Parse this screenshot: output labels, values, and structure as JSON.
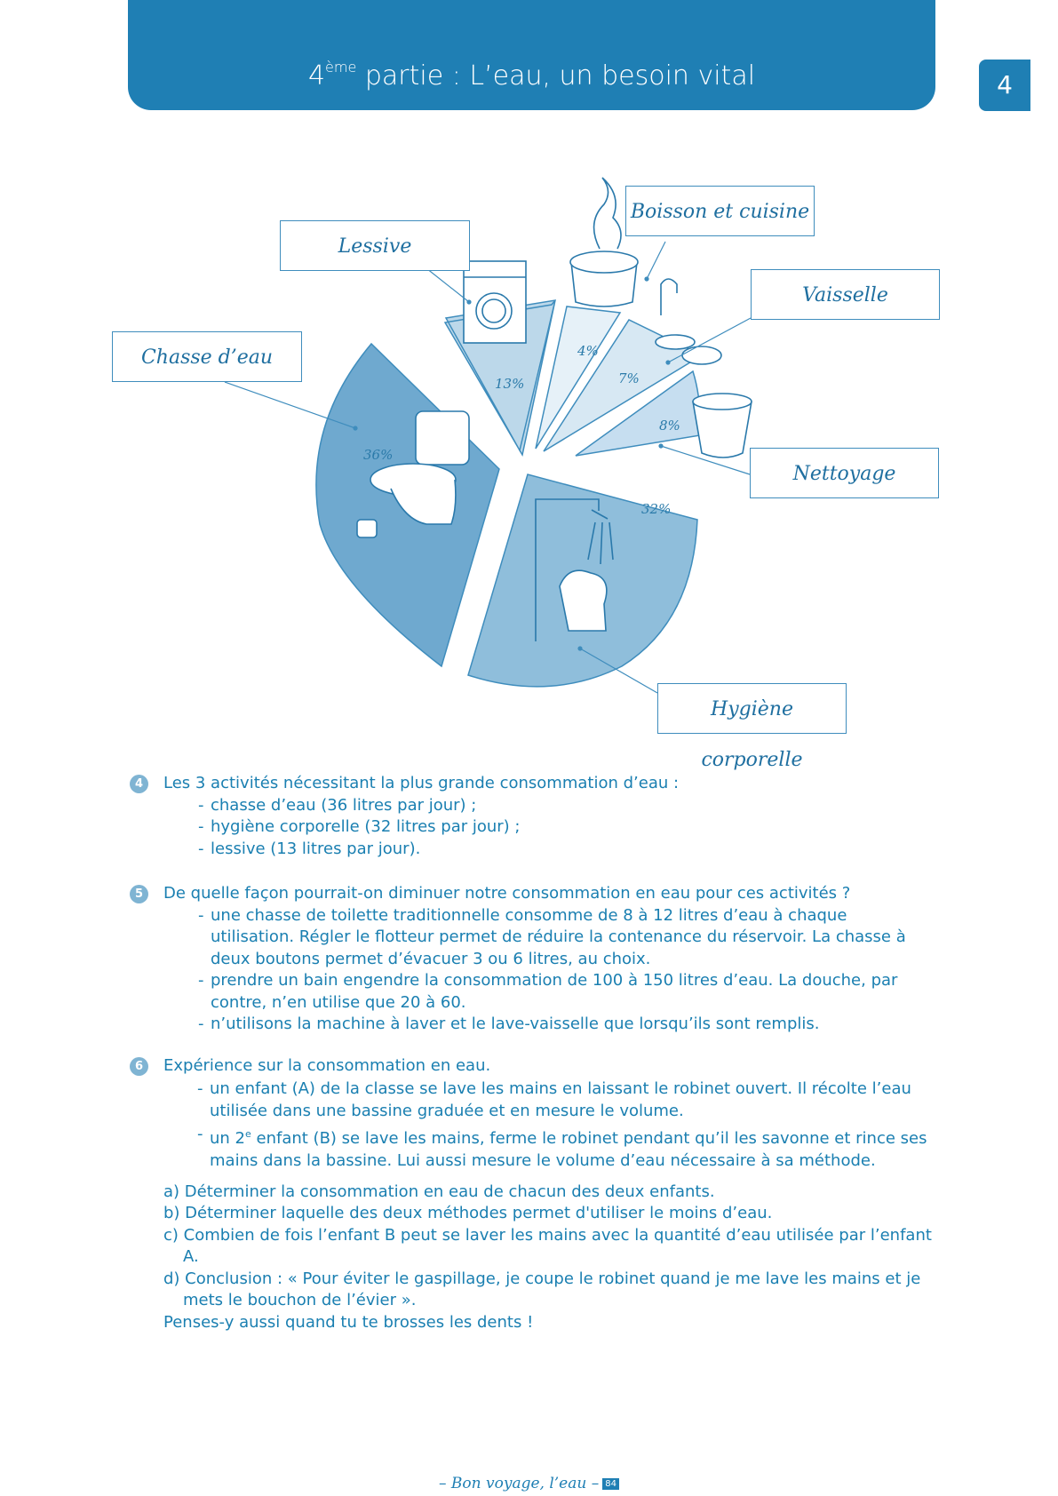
{
  "header": {
    "title_prefix_num": "4",
    "title_prefix_sup": "ème",
    "title_prefix_word": "partie : ",
    "title_main": "L’eau, un besoin vital",
    "chapter_number": "4"
  },
  "figure": {
    "labels": {
      "chasse": "Chasse d’eau",
      "lessive": "Lessive",
      "boisson": "Boisson et cuisine",
      "vaisselle": "Vaisselle",
      "nettoyage": "Nettoyage",
      "hygiene": "Hygiène corporelle"
    },
    "percents": {
      "chasse": "36%",
      "lessive": "13%",
      "boisson": "4%",
      "vaisselle": "7%",
      "nettoyage": "8%",
      "hygiene": "32%"
    }
  },
  "q4": {
    "number": "4",
    "intro": "Les 3 activités nécessitant la plus grande consommation d’eau :",
    "items": [
      "chasse d’eau (36 litres par jour) ;",
      "hygiène corporelle (32 litres par jour) ;",
      "lessive (13 litres par jour)."
    ]
  },
  "q5": {
    "number": "5",
    "intro": "De quelle façon pourrait-on diminuer notre consommation en eau pour ces activités ?",
    "items": [
      "une chasse de toilette traditionnelle consomme de 8 à 12 litres d’eau à chaque utilisation. Régler le flotteur permet de réduire la contenance du réservoir. La chasse à deux boutons permet d’évacuer 3 ou 6 litres, au choix.",
      "prendre un bain engendre la consommation de 100 à 150 litres d’eau. La douche, par contre, n’en utilise que 20 à 60.",
      "n’utilisons la machine à laver et le lave-vaisselle que lorsqu’ils sont remplis."
    ]
  },
  "q6": {
    "number": "6",
    "intro": "Expérience sur la consommation en eau.",
    "item1": "un enfant (A) de la classe se lave les mains en laissant le robinet ouvert. Il récolte l’eau utilisée dans une bassine graduée et en mesure le volume.",
    "item2_pre": "un 2",
    "item2_sup": "e",
    "item2_post": " enfant (B) se lave les mains, ferme le robinet pendant qu’il les savonne et rince ses mains dans la bassine. Lui aussi mesure le volume d’eau nécessaire à sa méthode.",
    "a": "a) Déterminer la consommation en eau de chacun des deux enfants.",
    "b": "b) Déterminer laquelle des deux méthodes permet d'utiliser le moins d’eau.",
    "c": "c) Combien de fois l’enfant B peut se laver les mains avec la quantité d’eau utilisée par l’enfant A.",
    "d": "d) Conclusion : « Pour éviter le gaspillage, je coupe le robinet quand je me lave les mains et je mets le bouchon de l’évier ».",
    "closing": "Penses-y aussi quand tu te brosses les dents !"
  },
  "footer": {
    "text": "– Bon voyage, l’eau –",
    "page": "84"
  }
}
